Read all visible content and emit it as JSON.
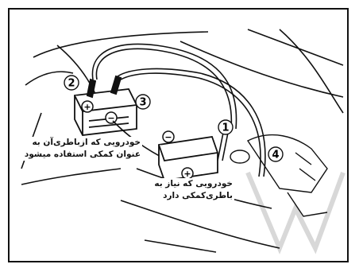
{
  "callouts": {
    "number_labels": [
      "1",
      "2",
      "3",
      "4"
    ],
    "donor_vehicle": {
      "line1": "خودرویی که ازباطری‌آن به",
      "line2": "عنوان کمکی استفاده میشود"
    },
    "receiving_vehicle": {
      "line1": "خودرویی که نیاز به",
      "line2": "باطری‌کمکی دارد"
    }
  },
  "terminals": {
    "positive": "+",
    "negative": "−"
  },
  "colors": {
    "line": "#111111",
    "background": "#ffffff",
    "watermark": "#d8d8d8"
  }
}
